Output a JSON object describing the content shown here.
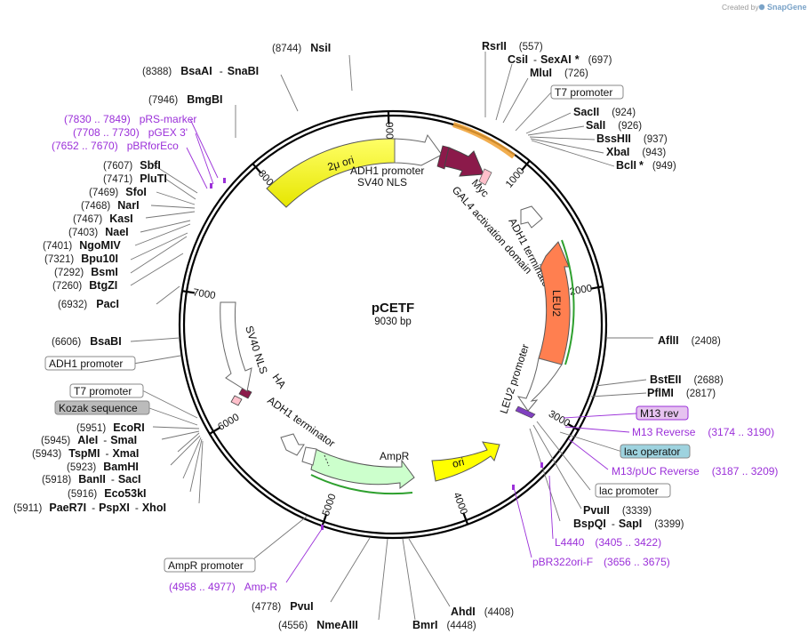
{
  "brand": {
    "created_by": "Created by",
    "name": "SnapGene"
  },
  "plasmid": {
    "name": "pCETF",
    "length_label": "9030 bp"
  },
  "ticks": [
    "1000",
    "2000",
    "3000",
    "4000",
    "5000",
    "6000",
    "7000",
    "8000",
    "9000"
  ],
  "colors": {
    "backbone": "#000000",
    "ori": "#ffff00",
    "myc": "#ffc0cb",
    "gal4": "#8b1a4a",
    "leu2": "#ff7f50",
    "ampr": "#ccffcc",
    "primer": "#9b30d9",
    "kozak_box": "#bbbbbb",
    "lac_op_box": "#9ed3df",
    "m13rev_box": "#e6c3f0"
  },
  "features": {
    "two_micron_ori": "2μ ori",
    "adh1_promoter": "ADH1 promoter",
    "sv40_nls_top": "SV40 NLS",
    "myc": "Myc",
    "gal4_ad": "GAL4 activation domain",
    "adh1_terminator_top": "ADH1 terminator",
    "leu2": "LEU2",
    "leu2_promoter": "LEU2 promoter",
    "ori": "ori",
    "ampr": "AmpR",
    "adh1_terminator_bottom": "ADH1 terminator",
    "ha": "HA",
    "sv40_nls_left": "SV40 NLS"
  },
  "sites": [
    {
      "key": "nsi",
      "pos": "(8744)",
      "name": "NsiI"
    },
    {
      "key": "bsaai",
      "pos": "(8388)",
      "name": "BsaAI",
      "name2": "SnaBI"
    },
    {
      "key": "bmgbi",
      "pos": "(7946)",
      "name": "BmgBI"
    },
    {
      "key": "sbfi",
      "pos": "(7607)",
      "name": "SbfI"
    },
    {
      "key": "pluti",
      "pos": "(7471)",
      "name": "PluTI"
    },
    {
      "key": "sfoi",
      "pos": "(7469)",
      "name": "SfoI"
    },
    {
      "key": "nari",
      "pos": "(7468)",
      "name": "NarI"
    },
    {
      "key": "kasi",
      "pos": "(7467)",
      "name": "KasI"
    },
    {
      "key": "naei",
      "pos": "(7403)",
      "name": "NaeI"
    },
    {
      "key": "ngomiv",
      "pos": "(7401)",
      "name": "NgoMIV"
    },
    {
      "key": "bpu10i",
      "pos": "(7321)",
      "name": "Bpu10I"
    },
    {
      "key": "bsmi",
      "pos": "(7292)",
      "name": "BsmI"
    },
    {
      "key": "btgzi",
      "pos": "(7260)",
      "name": "BtgZI"
    },
    {
      "key": "paci",
      "pos": "(6932)",
      "name": "PacI"
    },
    {
      "key": "bsabi",
      "pos": "(6606)",
      "name": "BsaBI"
    },
    {
      "key": "ecori",
      "pos": "(5951)",
      "name": "EcoRI"
    },
    {
      "key": "alei",
      "pos": "(5945)",
      "name": "AleI",
      "name2": "SmaI"
    },
    {
      "key": "tspmi",
      "pos": "(5943)",
      "name": "TspMI",
      "name2": "XmaI"
    },
    {
      "key": "bamhi",
      "pos": "(5923)",
      "name": "BamHI"
    },
    {
      "key": "banii",
      "pos": "(5918)",
      "name": "BanII",
      "name2": "SacI"
    },
    {
      "key": "eco53ki",
      "pos": "(5916)",
      "name": "Eco53kI"
    },
    {
      "key": "paer7i",
      "pos": "(5911)",
      "name": "PaeR7I",
      "name2": "PspXI",
      "name3": "XhoI"
    },
    {
      "key": "pvui",
      "pos": "(4778)",
      "name": "PvuI"
    },
    {
      "key": "nmeaiii",
      "pos": "(4556)",
      "name": "NmeAIII"
    },
    {
      "key": "bmri",
      "pos": "(4448)",
      "name": "BmrI"
    },
    {
      "key": "ahdi",
      "pos": "(4408)",
      "name": "AhdI"
    },
    {
      "key": "pvuii",
      "pos": "(3339)",
      "name": "PvuII"
    },
    {
      "key": "bspqi",
      "pos": "(3399)",
      "name": "BspQI",
      "name2": "SapI"
    },
    {
      "key": "pflmi",
      "pos": "(2817)",
      "name": "PflMI"
    },
    {
      "key": "bsteii",
      "pos": "(2688)",
      "name": "BstEII"
    },
    {
      "key": "aflii",
      "pos": "(2408)",
      "name": "AflII"
    },
    {
      "key": "bcli",
      "pos": "(949)",
      "name": "BclI",
      "star": "*"
    },
    {
      "key": "xbai",
      "pos": "(943)",
      "name": "XbaI"
    },
    {
      "key": "bsshii",
      "pos": "(937)",
      "name": "BssHII"
    },
    {
      "key": "sali",
      "pos": "(926)",
      "name": "SalI"
    },
    {
      "key": "sacii",
      "pos": "(924)",
      "name": "SacII"
    },
    {
      "key": "mlui",
      "pos": "(726)",
      "name": "MluI"
    },
    {
      "key": "csii",
      "pos": "(697)",
      "name": "CsiI",
      "name2": "SexAI",
      "star": "*"
    },
    {
      "key": "rsrii",
      "pos": "(557)",
      "name": "RsrII"
    }
  ],
  "primers": [
    {
      "key": "prs",
      "pos": "(7830 .. 7849)",
      "name": "pRS-marker"
    },
    {
      "key": "pgex",
      "pos": "(7708 .. 7730)",
      "name": "pGEX 3'"
    },
    {
      "key": "pbrfor",
      "pos": "(7652 .. 7670)",
      "name": "pBRforEco"
    },
    {
      "key": "ampr_primer",
      "pos": "(4958 .. 4977)",
      "name": "Amp-R"
    },
    {
      "key": "m13rev_primer",
      "pos": "(3174 .. 3190)",
      "name": "M13 Reverse"
    },
    {
      "key": "m13puc",
      "pos": "(3187 .. 3209)",
      "name": "M13/pUC Reverse"
    },
    {
      "key": "l4440",
      "pos": "(3405 .. 3422)",
      "name": "L4440"
    },
    {
      "key": "pbr322",
      "pos": "(3656 .. 3675)",
      "name": "pBR322ori-F"
    }
  ],
  "boxes": {
    "t7_top": "T7 promoter",
    "adh1_prom_left": "ADH1 promoter",
    "t7_left": "T7 promoter",
    "kozak": "Kozak sequence",
    "m13_rev": "M13 rev",
    "lac_operator": "lac operator",
    "lac_promoter": "lac promoter",
    "ampr_promoter": "AmpR promoter"
  },
  "separator": "-"
}
